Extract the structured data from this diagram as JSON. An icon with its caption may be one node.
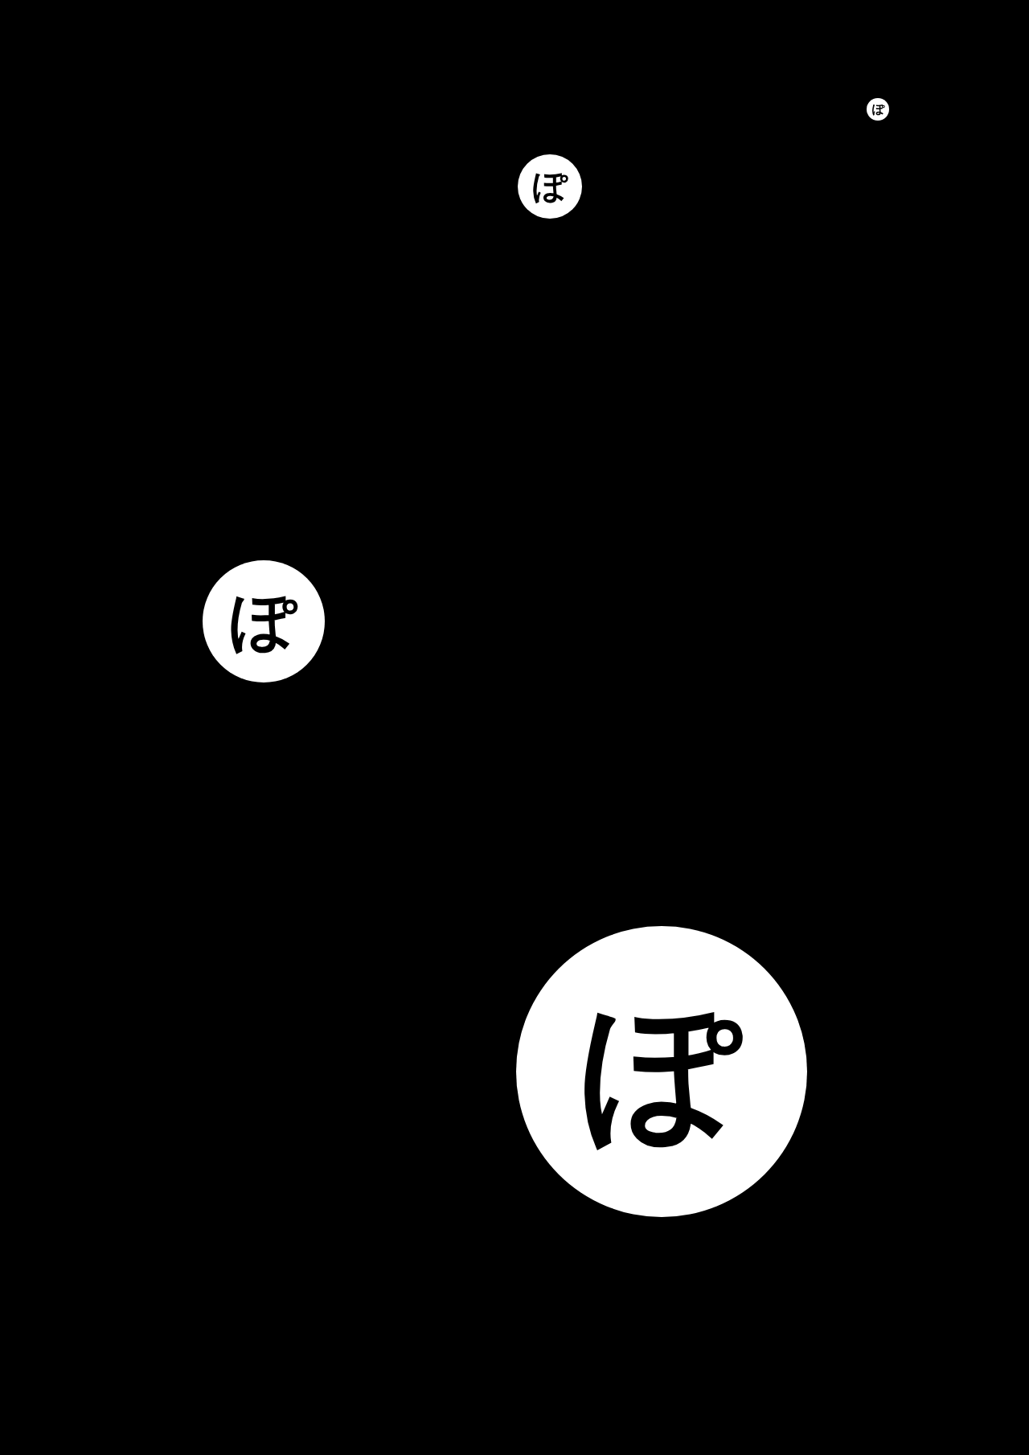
{
  "diagram": {
    "nodes": [
      {
        "text": [
          "ぽ"
        ]
      },
      {
        "text": [
          "ぽ"
        ]
      },
      {
        "text": [
          "ぽ"
        ]
      },
      {
        "text": [
          "ぽ"
        ]
      }
    ]
  }
}
